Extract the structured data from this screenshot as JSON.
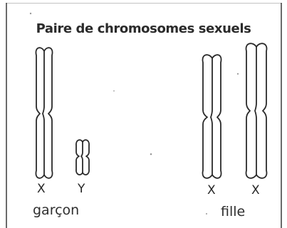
{
  "title": "Paire de chromosomes sexuels",
  "groups": [
    {
      "label": "garçon",
      "chromosomes": [
        {
          "label": "X"
        },
        {
          "label": "Y"
        }
      ]
    },
    {
      "label": "fille",
      "chromosomes": [
        {
          "label": "X"
        },
        {
          "label": "X"
        }
      ]
    }
  ],
  "colors": {
    "outline": "#2a2a2a",
    "text": "#262626"
  }
}
